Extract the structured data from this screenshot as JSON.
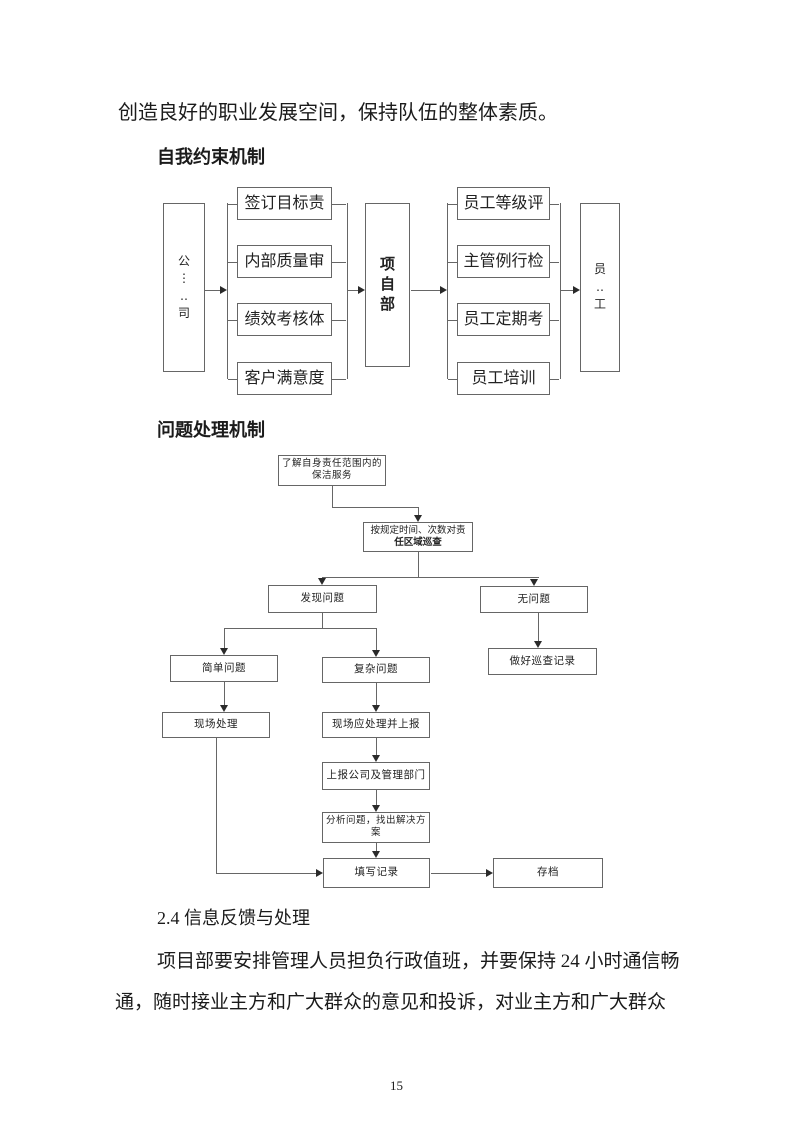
{
  "page": {
    "intro_line": "创造良好的职业发展空间，保持队伍的整体素质。",
    "heading_self_restraint": "自我约束机制",
    "heading_problem_handling": "问题处理机制",
    "section_heading": "2.4 信息反馈与处理",
    "body_lines": [
      "项目部要安排管理人员担负行政值班，并要保持 24 小时通信畅",
      "通，随时接业主方和广大群众的意见和投诉，对业主方和广大群众"
    ],
    "page_number": "15"
  },
  "flow_self_restraint": {
    "company": "公\n⋮\n‥\n司",
    "company_measures": [
      "签订目标责",
      "内部质量审",
      "绩效考核体",
      "客户满意度"
    ],
    "project_dept": "项\n自\n部",
    "project_measures": [
      "员工等级评",
      "主管例行检",
      "员工定期考",
      "员工培训"
    ],
    "staff": "员\n‥\n工"
  },
  "flow_problem_handling": {
    "understand_scope": "了解自身责任范围内的\n保洁服务",
    "patrol_line1": "按规定时间、次数对责",
    "patrol_line2": "任区域巡查",
    "problem_found": "发现问题",
    "no_problem": "无问题",
    "patrol_record": "做好巡查记录",
    "simple_problem": "简单问题",
    "complex_problem": "复杂问题",
    "onsite_handle": "现场处理",
    "onsite_handle_report": "现场应处理并上报",
    "report_company_dept": "上报公司及管理部门",
    "analyze_solution": "分析问题，找出解决方\n案",
    "fill_record": "填写记录",
    "archive": "存档"
  },
  "colors": {
    "box_border": "#666666",
    "text": "#1b1b1b",
    "background": "#ffffff"
  }
}
